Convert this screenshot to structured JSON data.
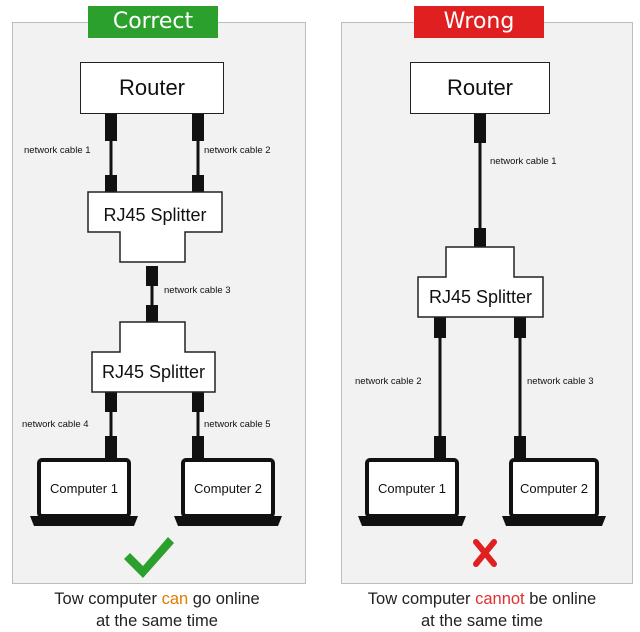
{
  "colors": {
    "correct": "#2ca02c",
    "wrong": "#e02020",
    "accent_can": "#e07b00",
    "accent_cannot": "#e03030"
  },
  "correct": {
    "badge": "Correct",
    "router": "Router",
    "splitter1": "RJ45 Splitter",
    "splitter2": "RJ45 Splitter",
    "cable1": "network cable 1",
    "cable2": "network cable 2",
    "cable3": "network cable 3",
    "cable4": "network cable 4",
    "cable5": "network cable 5",
    "computer1": "Computer 1",
    "computer2": "Computer 2",
    "mark_icon": "check-icon",
    "caption_pre": "Tow computer ",
    "caption_hl": "can",
    "caption_post": " go online",
    "caption_line2": "at the same time"
  },
  "wrong": {
    "badge": "Wrong",
    "router": "Router",
    "splitter": "RJ45 Splitter",
    "cable1": "network cable 1",
    "cable2": "network cable 2",
    "cable3": "network cable 3",
    "computer1": "Computer 1",
    "computer2": "Computer 2",
    "mark_icon": "cross-icon",
    "caption_pre": "Tow computer ",
    "caption_hl": "cannot",
    "caption_post": " be online",
    "caption_line2": "at the same time"
  }
}
